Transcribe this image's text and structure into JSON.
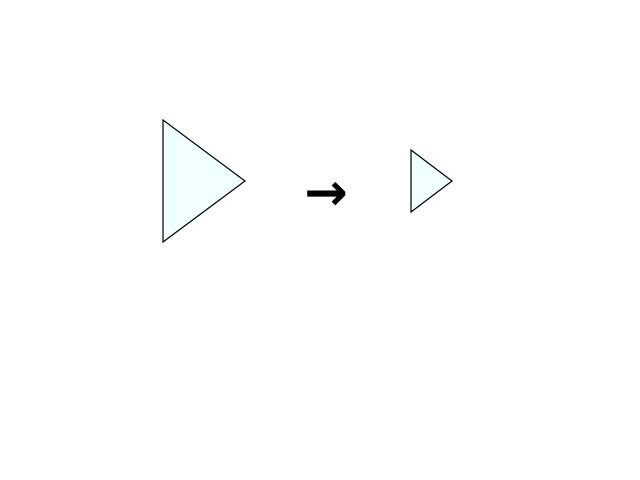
{
  "diagram": {
    "arrow": "→",
    "colors": {
      "triangle_fill": "#f0ffff",
      "triangle_stroke": "#000000",
      "arrow_color": "#000000",
      "background": "#ffffff"
    },
    "shapes": [
      {
        "name": "large-triangle",
        "shape": "right-pointing-triangle",
        "relative_size": 1.0
      },
      {
        "name": "small-triangle",
        "shape": "right-pointing-triangle",
        "relative_size": 0.5
      }
    ]
  }
}
